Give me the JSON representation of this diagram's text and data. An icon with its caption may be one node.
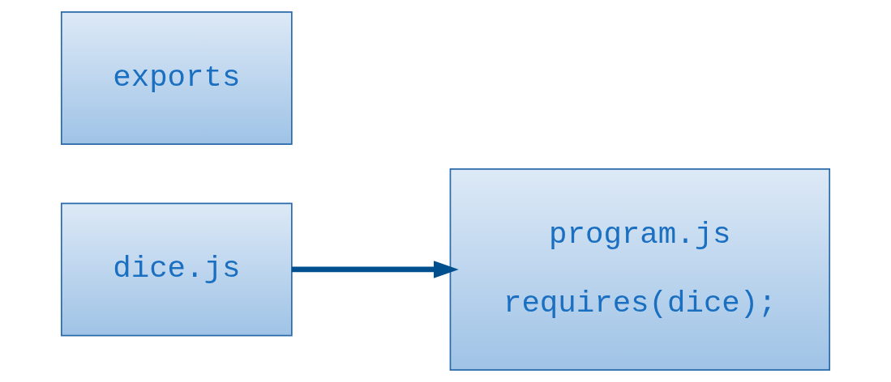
{
  "diagram": {
    "nodes": [
      {
        "text": [
          "dice.js"
        ]
      },
      {
        "text": [
          "exports"
        ]
      },
      {
        "text": [
          "program.js",
          "requires(dice);"
        ]
      }
    ],
    "edges": [
      {
        "from": 0,
        "to": 2,
        "arrow": "to"
      }
    ]
  }
}
